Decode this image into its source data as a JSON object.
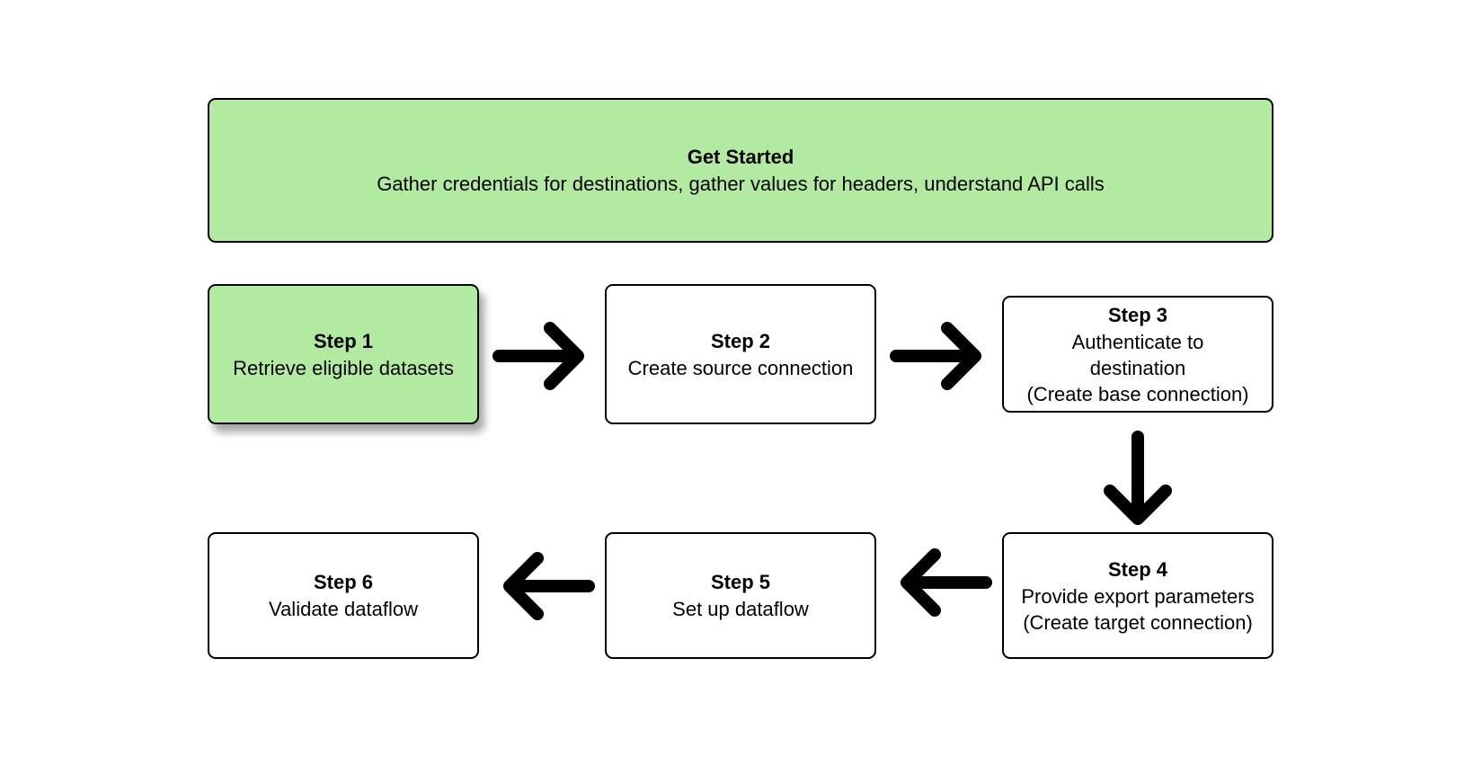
{
  "get_started": {
    "title": "Get Started",
    "description": "Gather credentials for destinations, gather values for headers, understand API calls",
    "fill": "#b3eaa1"
  },
  "steps": [
    {
      "title": "Step 1",
      "description": "Retrieve eligible datasets",
      "fill": "#b3eaa1",
      "highlighted": true
    },
    {
      "title": "Step 2",
      "description": "Create source connection",
      "fill": "#ffffff"
    },
    {
      "title": "Step 3",
      "description": "Authenticate to\ndestination\n(Create base connection)",
      "fill": "#ffffff"
    },
    {
      "title": "Step 4",
      "description": "Provide export parameters\n(Create target connection)",
      "fill": "#ffffff"
    },
    {
      "title": "Step 5",
      "description": "Set up dataflow",
      "fill": "#ffffff"
    },
    {
      "title": "Step 6",
      "description": "Validate dataflow",
      "fill": "#ffffff"
    }
  ],
  "connections": [
    {
      "from": "Step 1",
      "to": "Step 2",
      "icon": "arrow-right-icon"
    },
    {
      "from": "Step 2",
      "to": "Step 3",
      "icon": "arrow-right-icon"
    },
    {
      "from": "Step 3",
      "to": "Step 4",
      "icon": "arrow-down-icon"
    },
    {
      "from": "Step 4",
      "to": "Step 5",
      "icon": "arrow-left-icon"
    },
    {
      "from": "Step 5",
      "to": "Step 6",
      "icon": "arrow-left-icon"
    }
  ]
}
